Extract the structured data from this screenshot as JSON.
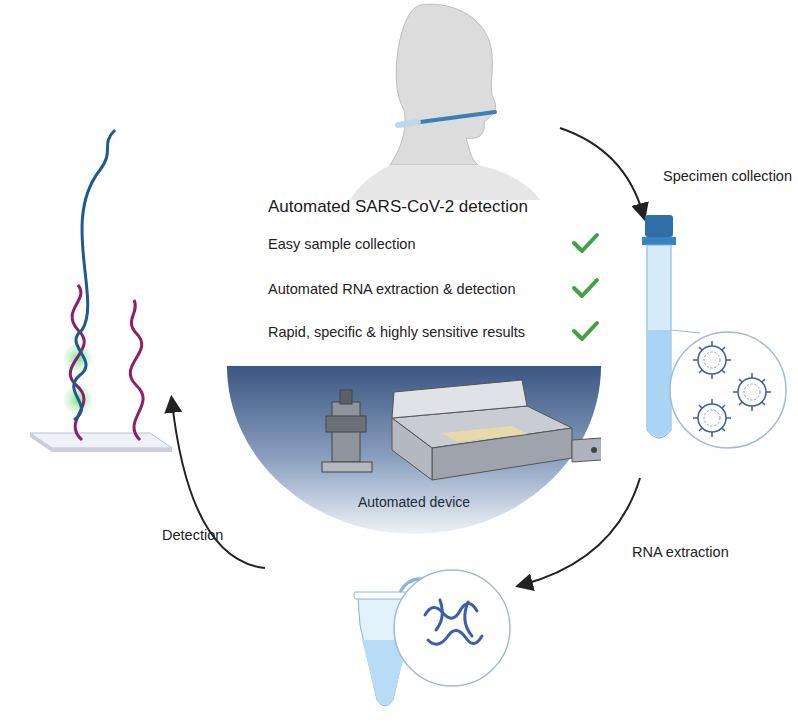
{
  "diagram": {
    "title": "Automated SARS-CoV-2 detection",
    "nodes": [
      {
        "text": [
          "Automated device"
        ]
      }
    ],
    "labels": [
      "Easy sample collection",
      "Automated RNA extraction & detection",
      "Rapid, specific & highly sensitive results",
      "Specimen collection",
      "RNA extraction",
      "Detection"
    ]
  }
}
